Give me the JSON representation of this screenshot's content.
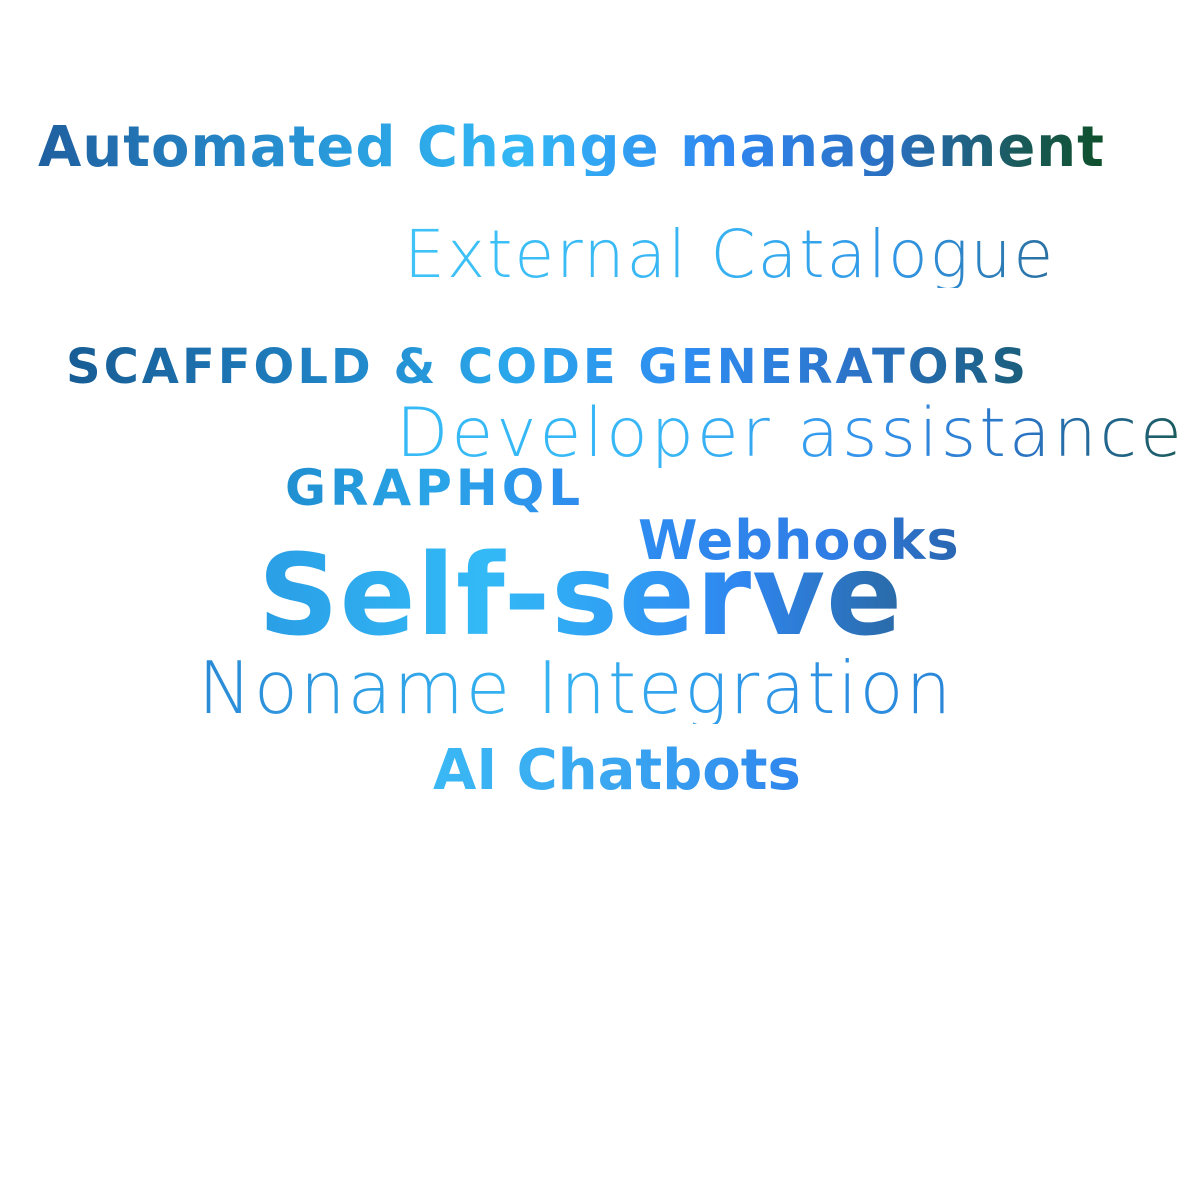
{
  "words": {
    "automated_change_management": "Automated Change management",
    "external_catalogue": "External Catalogue",
    "scaffold_code_generators": "SCAFFOLD & CODE GENERATORS",
    "developer_assistance": "Developer assistance",
    "graphql": "GRAPHQL",
    "webhooks": "Webhooks",
    "self_serve": "Self-serve",
    "noname_integration": "Noname Integration",
    "ai_chatbots": "AI Chatbots"
  },
  "colors": {
    "background": "#ffffff",
    "light_blue": "#36b8f5",
    "blue": "#2f86f0",
    "dark_blue": "#1f5f9f",
    "dark_green": "#0e4f2a"
  }
}
